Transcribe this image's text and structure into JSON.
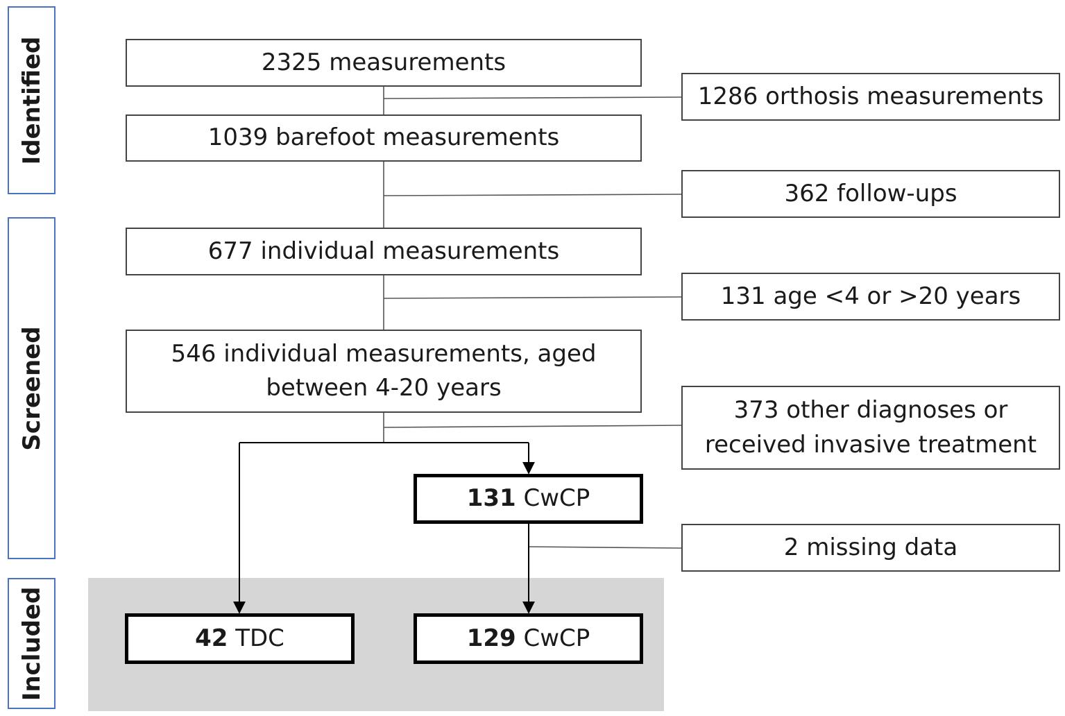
{
  "stages": {
    "identified": "Identified",
    "screened": "Screened",
    "included": "Included"
  },
  "flow": {
    "total": "2325 measurements",
    "barefoot": "1039 barefoot measurements",
    "individual": "677 individual measurements",
    "aged_line1": "546 individual measurements, aged",
    "aged_line2": "between 4-20 years",
    "cwcp_screen_num": "131",
    "cwcp_screen_label": " CwCP",
    "tdc_num": "42",
    "tdc_label": " TDC",
    "cwcp_incl_num": "129",
    "cwcp_incl_label": " CwCP"
  },
  "exclusions": {
    "orthosis": "1286 orthosis measurements",
    "followups": "362 follow-ups",
    "age": "131 age <4 or >20 years",
    "other_line1": "373 other diagnoses or",
    "other_line2": "received invasive treatment",
    "missing": "2 missing data"
  },
  "colors": {
    "stage_border": "#4a72c4",
    "included_background": "#d6d6d6"
  }
}
